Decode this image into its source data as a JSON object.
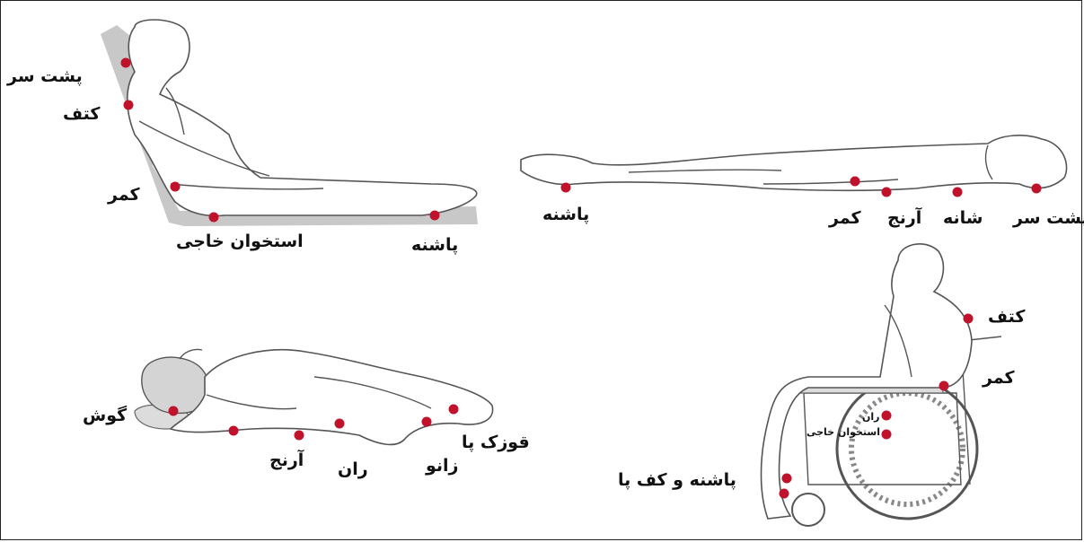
{
  "colors": {
    "pressure_point": "#c0122b",
    "outline": "#555555",
    "support": "#c8c8c8"
  },
  "figures": {
    "semi_reclined": {
      "labels": {
        "occiput": "پشت سر",
        "shoulder": "کتف",
        "lower_back": "کمر",
        "sacrum": "استخوان خاجی",
        "heel": "پاشنه"
      }
    },
    "supine": {
      "labels": {
        "heel": "پاشنه",
        "lower_back": "کمر",
        "elbow": "آرنج",
        "shoulder": "شانه",
        "occiput": "پشت سر"
      }
    },
    "side_lying": {
      "labels": {
        "ear": "گوش",
        "elbow": "آرنج",
        "thigh": "ران",
        "knee": "زانو",
        "ankle": "قوزک پا"
      }
    },
    "wheelchair": {
      "labels": {
        "shoulder": "کتف",
        "lower_back": "کمر",
        "thigh": "ران",
        "sacrum": "استخوان خاجی",
        "heel_sole": "پاشنه و کف پا"
      }
    }
  }
}
